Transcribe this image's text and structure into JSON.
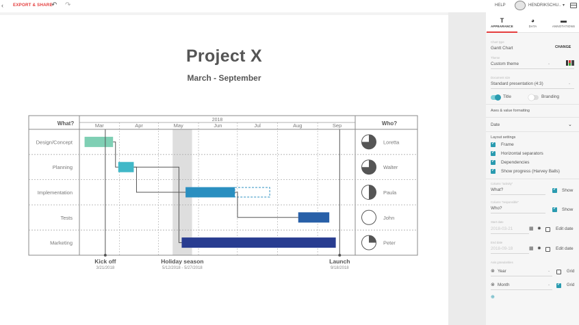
{
  "toolbar": {
    "back_icon": "back-arrow-icon",
    "export_label": "EXPORT & SHARE",
    "undo_icon": "↶",
    "redo_icon": "↷",
    "help_label": "HELP",
    "user_label": "HENDRIKSCHU..",
    "user_caret": "▾"
  },
  "chart": {
    "title": "Project X",
    "subtitle": "March - September",
    "year_label": "2018",
    "what_header": "What?",
    "who_header": "Who?"
  },
  "chart_data": {
    "type": "gantt",
    "title": "Project X",
    "subtitle": "March - September",
    "year": "2018",
    "months": [
      "Mar",
      "Apr",
      "May",
      "Jun",
      "Jul",
      "Aug",
      "Sep"
    ],
    "tasks": [
      {
        "name": "Design/Concept",
        "owner": "Loretta",
        "start": "2018-03-05",
        "end": "2018-03-27",
        "progress": 0.75,
        "color": "#7fcfb4"
      },
      {
        "name": "Planning",
        "owner": "Walter",
        "start": "2018-03-31",
        "end": "2018-04-12",
        "progress": 0.75,
        "color": "#41b8c8"
      },
      {
        "name": "Implementation",
        "owner": "Paula",
        "start": "2018-05-22",
        "end": "2018-07-26",
        "progress": 0.5,
        "color": "#2a8fc0",
        "planned_end": "2018-06-29"
      },
      {
        "name": "Tests",
        "owner": "John",
        "start": "2018-08-17",
        "end": "2018-09-10",
        "progress": 0.0,
        "color": "#2860a8"
      },
      {
        "name": "Marketing",
        "owner": "Peter",
        "start": "2018-05-19",
        "end": "2018-09-15",
        "progress": 0.25,
        "color": "#283c90"
      }
    ],
    "milestones": [
      {
        "label": "Kick off",
        "date": "3/21/2018",
        "iso": "2018-03-21"
      },
      {
        "label": "Launch",
        "date": "9/18/2018",
        "iso": "2018-09-18"
      }
    ],
    "highlight_period": {
      "label": "Holiday season",
      "dates": "5/12/2018 - 5/27/2018",
      "start": "2018-05-12",
      "end": "2018-05-27"
    },
    "dependencies": [
      [
        0,
        1
      ],
      [
        1,
        2
      ],
      [
        1,
        4
      ],
      [
        2,
        3
      ]
    ]
  },
  "sidebar": {
    "tabs": [
      {
        "label": "APPEARANCE",
        "icon": "T"
      },
      {
        "label": "DATA",
        "icon": "◕"
      },
      {
        "label": "ANNOTATIONS",
        "icon": "▬"
      }
    ],
    "chart_type_label": "Chart type",
    "chart_type_value": "Gantt Chart",
    "change_label": "CHANGE",
    "theme_label": "Theme",
    "theme_value": "Custom theme",
    "document_size_label": "Document size",
    "document_size_value": "Standard presentation (4:3)",
    "toggle_title": "Title",
    "toggle_branding": "Branding",
    "axes_formatting": "Axes & value formatting",
    "axes_value": "Date",
    "layout_settings": "Layout settings",
    "checks": [
      {
        "label": "Frame",
        "checked": true
      },
      {
        "label": "Horizontal separators",
        "checked": true
      },
      {
        "label": "Dependencies",
        "checked": true
      },
      {
        "label": "Show progress (Harvey Balls)",
        "checked": true
      }
    ],
    "col_activity_label": "Column \"activity\"",
    "col_activity_value": "What?",
    "col_responsible_label": "Column \"responsible\"",
    "col_responsible_value": "Who?",
    "show_label": "Show",
    "start_date_label": "Start date",
    "start_date_value": "2018-03-21",
    "end_date_label": "End date",
    "end_date_value": "2018-09-18",
    "edit_date_label": "Edit date",
    "axis_granularities_label": "Axis granularities",
    "gran_year": "Year",
    "gran_month": "Month",
    "grid_label": "Grid",
    "year_grid": false,
    "month_grid": true
  }
}
